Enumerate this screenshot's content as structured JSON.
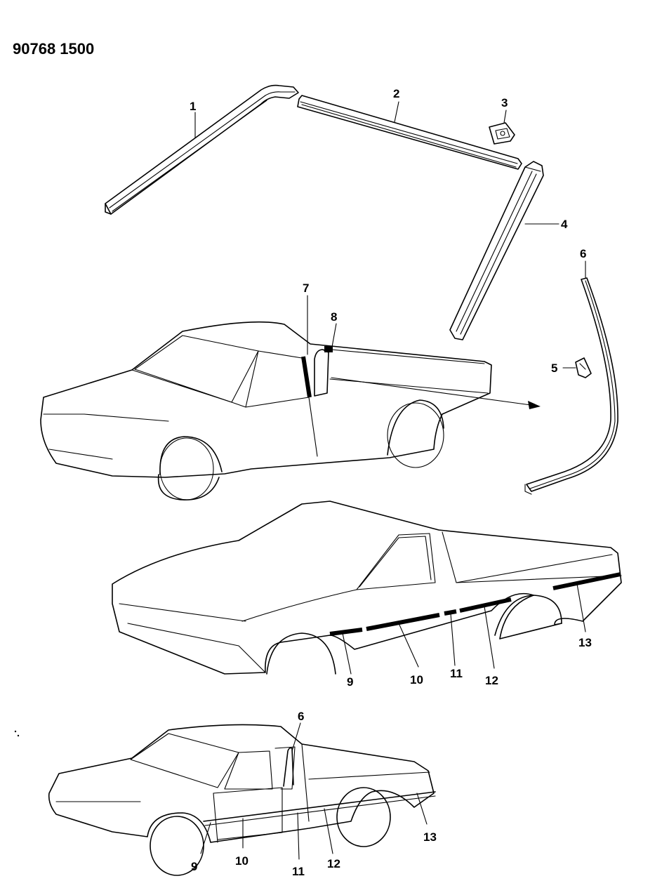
{
  "header": {
    "part_number": "90768 1500"
  },
  "callouts": {
    "c1": "1",
    "c2": "2",
    "c3": "3",
    "c4": "4",
    "c5": "5",
    "c6a": "6",
    "c7": "7",
    "c8": "8",
    "c9a": "9",
    "c10a": "10",
    "c11a": "11",
    "c12a": "12",
    "c13a": "13",
    "c6b": "6",
    "c9b": "9",
    "c10b": "10",
    "c11b": "11",
    "c12b": "12",
    "c13b": "13"
  }
}
